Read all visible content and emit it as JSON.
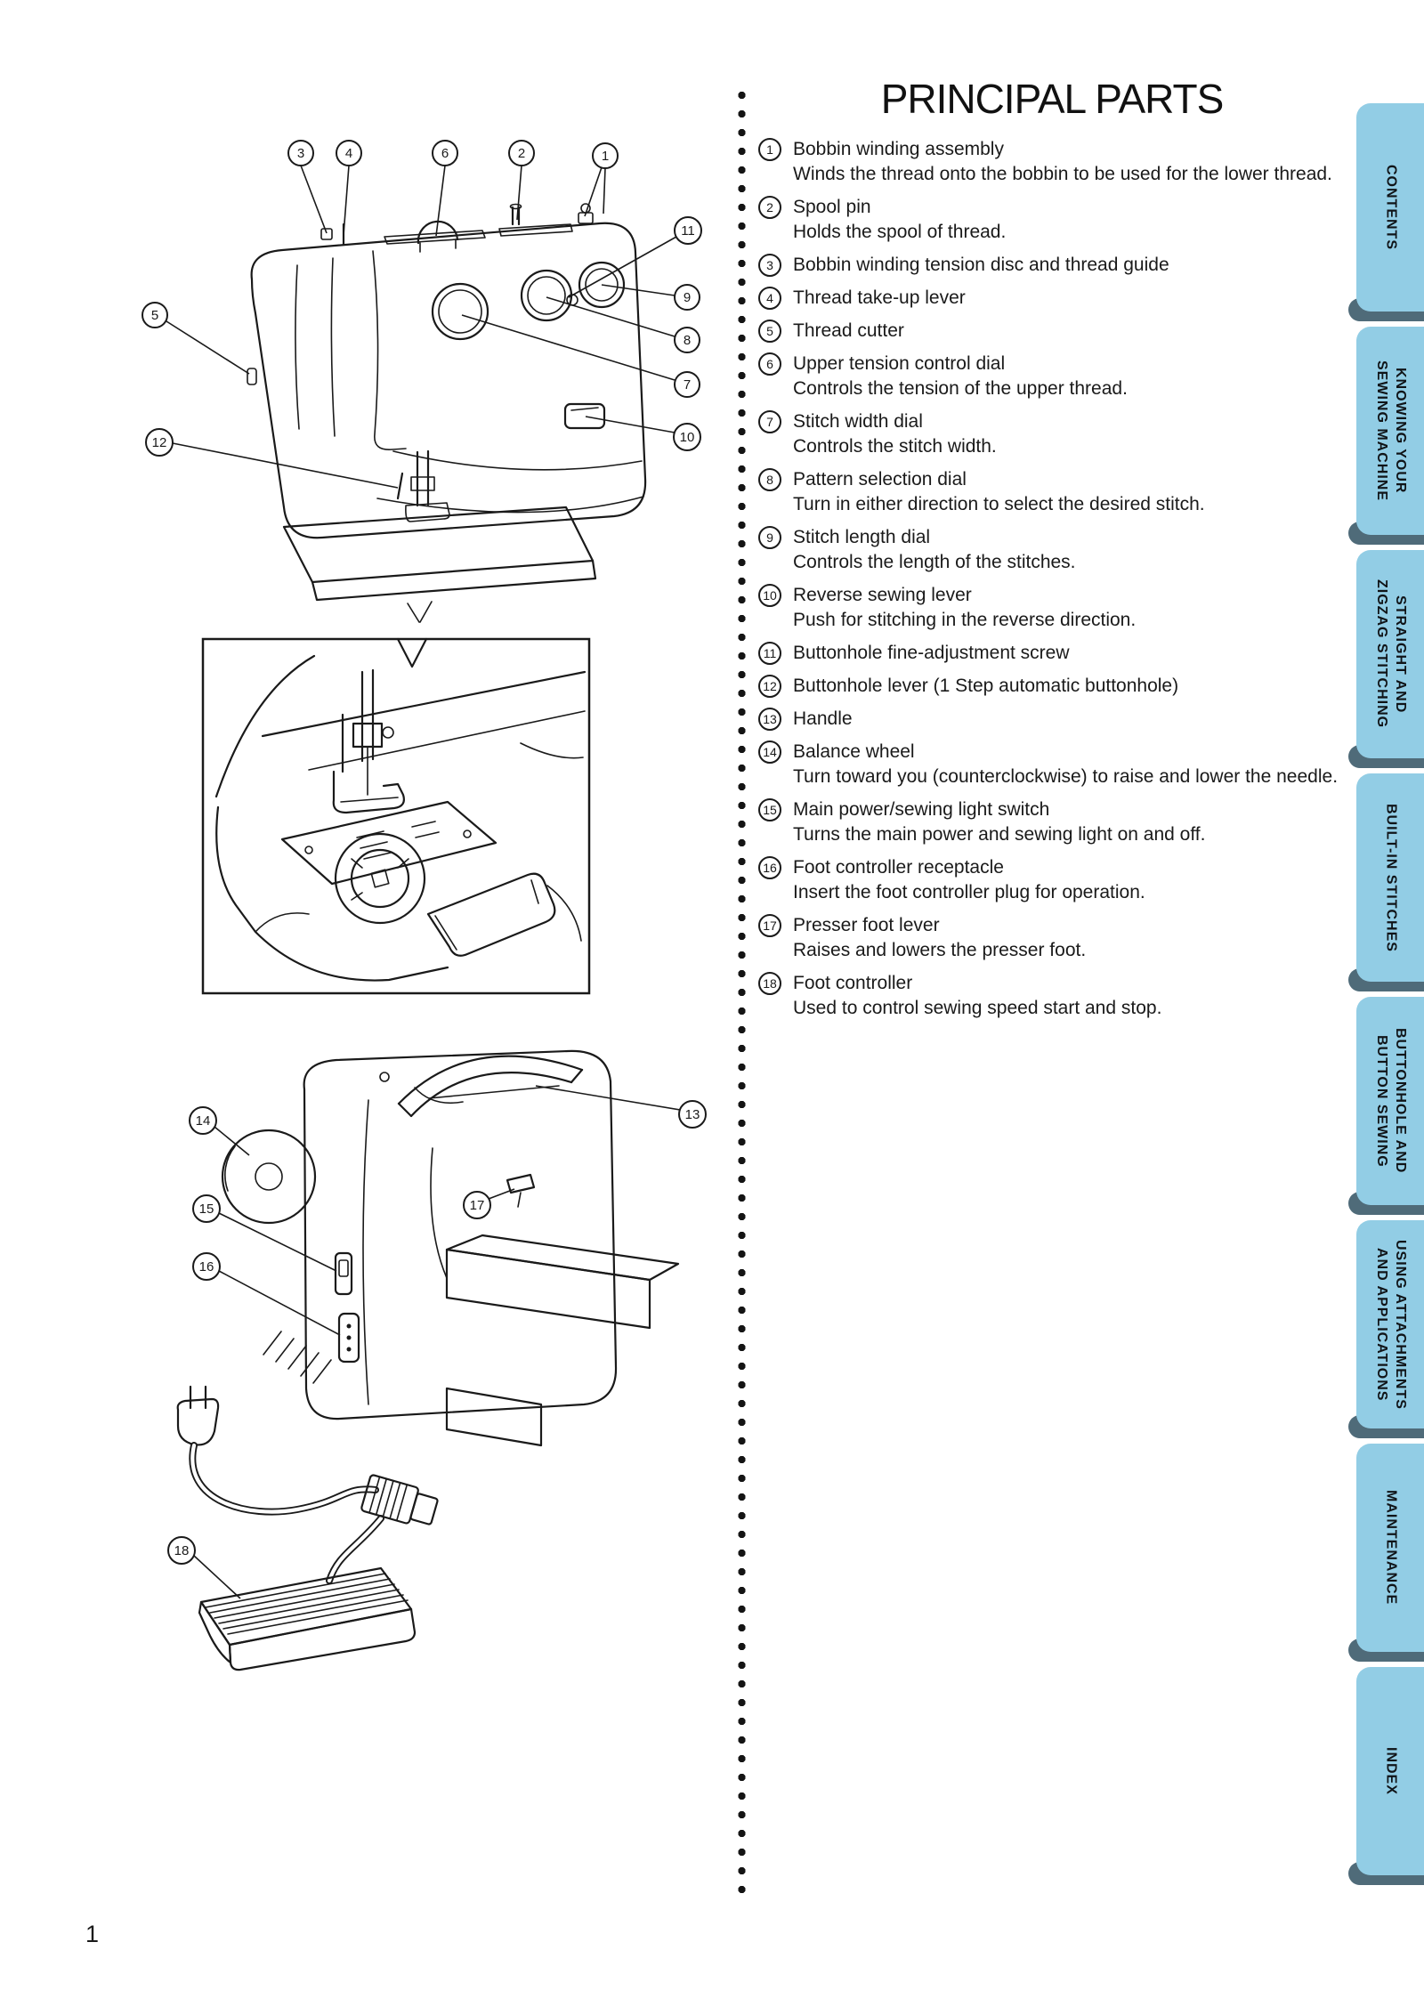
{
  "page": {
    "title": "PRINCIPAL PARTS",
    "number": "1"
  },
  "parts": [
    {
      "n": "1",
      "name": "Bobbin winding assembly",
      "desc": "Winds the thread onto the bobbin to be used for the lower thread."
    },
    {
      "n": "2",
      "name": "Spool pin",
      "desc": "Holds the spool of thread."
    },
    {
      "n": "3",
      "name": "Bobbin winding tension disc and thread guide",
      "desc": ""
    },
    {
      "n": "4",
      "name": "Thread take-up lever",
      "desc": ""
    },
    {
      "n": "5",
      "name": "Thread cutter",
      "desc": ""
    },
    {
      "n": "6",
      "name": "Upper tension control dial",
      "desc": "Controls the tension of the upper thread."
    },
    {
      "n": "7",
      "name": "Stitch width dial",
      "desc": "Controls the stitch width."
    },
    {
      "n": "8",
      "name": "Pattern selection dial",
      "desc": "Turn in either direction to select the desired stitch."
    },
    {
      "n": "9",
      "name": "Stitch length dial",
      "desc": "Controls the length of the stitches."
    },
    {
      "n": "10",
      "name": "Reverse sewing lever",
      "desc": "Push for stitching in the reverse direction."
    },
    {
      "n": "11",
      "name": "Buttonhole fine-adjustment screw",
      "desc": ""
    },
    {
      "n": "12",
      "name": "Buttonhole lever (1 Step automatic buttonhole)",
      "desc": ""
    },
    {
      "n": "13",
      "name": "Handle",
      "desc": ""
    },
    {
      "n": "14",
      "name": "Balance wheel",
      "desc": "Turn toward you (counterclockwise) to raise and lower the needle."
    },
    {
      "n": "15",
      "name": "Main power/sewing light switch",
      "desc": "Turns the main power and sewing light on and off."
    },
    {
      "n": "16",
      "name": "Foot controller receptacle",
      "desc": "Insert the foot controller plug for operation."
    },
    {
      "n": "17",
      "name": "Presser foot lever",
      "desc": "Raises and lowers the presser foot."
    },
    {
      "n": "18",
      "name": "Foot controller",
      "desc": "Used to control sewing speed start and stop."
    }
  ],
  "sidebar": {
    "tabs": [
      {
        "label": "CONTENTS"
      },
      {
        "label": "KNOWING YOUR\nSEWING MACHINE"
      },
      {
        "label": "STRAIGHT AND\nZIGZAG STITCHING"
      },
      {
        "label": "BUILT-IN STITCHES"
      },
      {
        "label": "BUTTONHOLE AND\nBUTTON SEWING"
      },
      {
        "label": "USING ATTACHMENTS\nAND APPLICATIONS"
      },
      {
        "label": "MAINTENANCE"
      },
      {
        "label": "INDEX"
      }
    ]
  },
  "diagrams": {
    "front_callouts": [
      "3",
      "4",
      "6",
      "2",
      "1",
      "11",
      "9",
      "8",
      "7",
      "10",
      "5",
      "12"
    ],
    "rear_callouts": [
      "14",
      "13",
      "15",
      "17",
      "16",
      "18"
    ]
  },
  "colors": {
    "tab_fill": "#92cde5",
    "tab_shadow": "#4f6b79",
    "ink": "#1a1a1a"
  }
}
